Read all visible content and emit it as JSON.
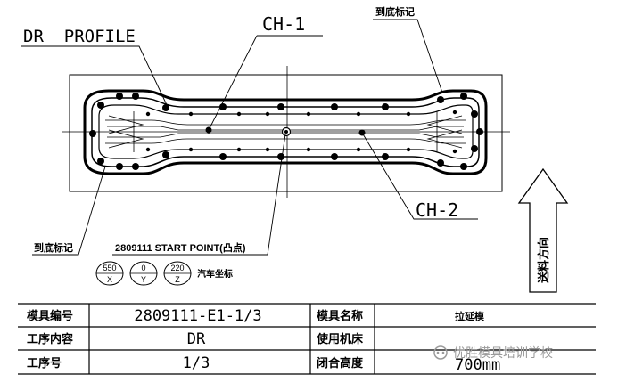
{
  "drawing": {
    "dr_profile_label": "DR  PROFILE",
    "ch1_label": "CH-1",
    "ch2_label": "CH-2",
    "bottom_mark_top_right": "到底标记",
    "bottom_mark_bottom_left": "到底标记",
    "start_point_label": "2809111 START POINT(凸点)",
    "feed_direction_label": "送料方向",
    "car_coordinates_label": "汽车坐标",
    "coordinates": [
      {
        "value": "550",
        "axis": "X"
      },
      {
        "value": "0",
        "axis": "Y"
      },
      {
        "value": "220",
        "axis": "Z"
      }
    ]
  },
  "title_block": {
    "rows": [
      {
        "label": "模具编号",
        "value": "2809111-E1-1/3",
        "label2": "模具名称",
        "value2": "拉延模"
      },
      {
        "label": "工序内容",
        "value": "DR",
        "label2": "使用机床",
        "value2": ""
      },
      {
        "label": "工序号",
        "value": "1/3",
        "label2": "闭合高度",
        "value2": "700mm"
      }
    ]
  },
  "watermark": {
    "text": "优胜模具培训学校"
  }
}
